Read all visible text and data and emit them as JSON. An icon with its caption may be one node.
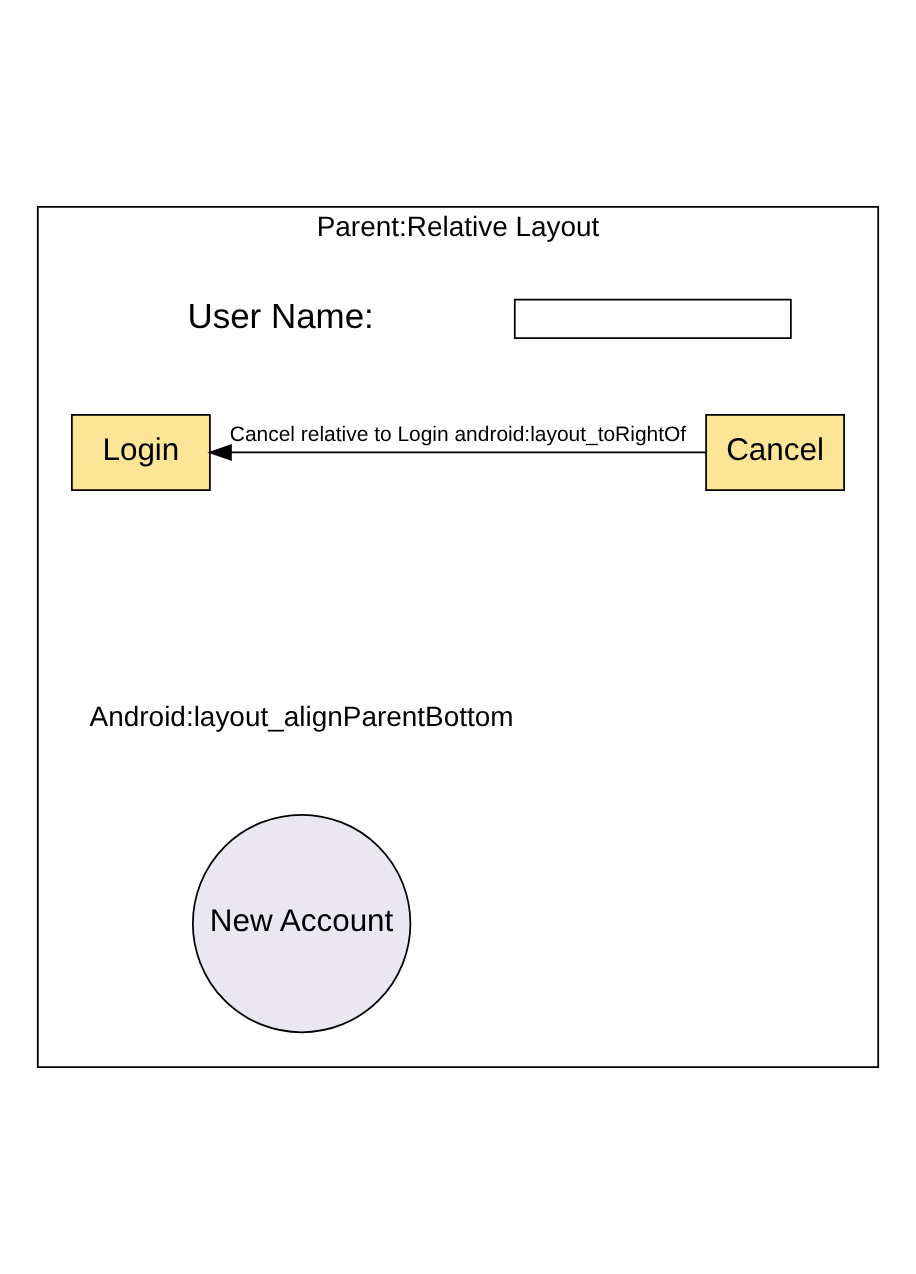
{
  "diagram": {
    "nodes": [
      {
        "text": [
          "Parent:Relative Layout"
        ]
      },
      {
        "text": [],
        "shape": "box",
        "in": 0
      },
      {
        "text": [
          "Login"
        ],
        "in": 0
      },
      {
        "text": [
          "Cancel"
        ],
        "in": 0
      },
      {
        "text": [
          "New Account"
        ],
        "in": 0
      }
    ],
    "edges": [
      {
        "from": 3,
        "to": 2,
        "arrow": "to",
        "label": "Cancel relative to Login android:layout_toRightOf"
      }
    ],
    "labels": [
      "User Name:",
      "Android:layout_alignParentBottom"
    ]
  }
}
